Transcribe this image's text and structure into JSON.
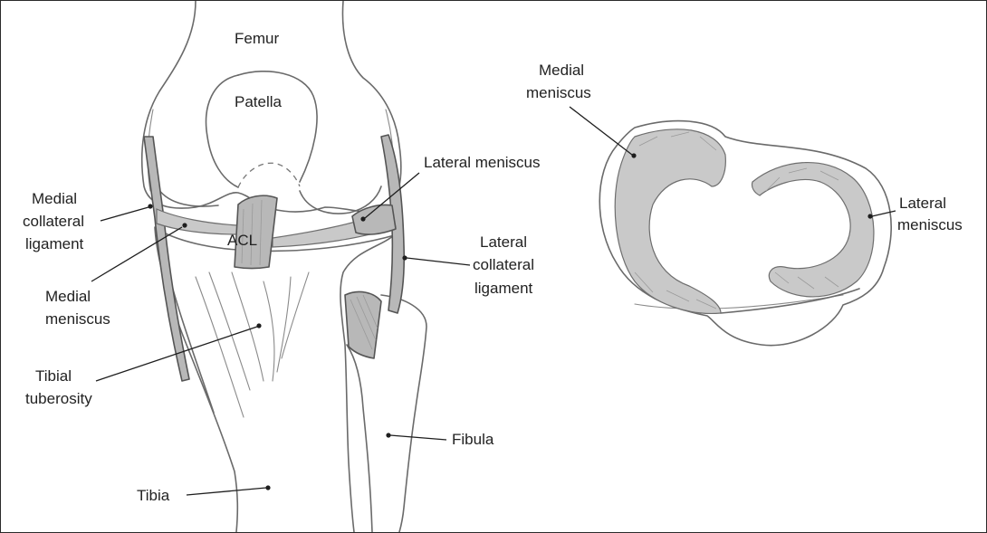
{
  "labels": {
    "femur": "Femur",
    "patella": "Patella",
    "medial_collateral_ligament": [
      "Medial",
      "collateral",
      "ligament"
    ],
    "medial_meniscus_front": [
      "Medial",
      "meniscus"
    ],
    "acl": "ACL",
    "lateral_meniscus_front": "Lateral meniscus",
    "lateral_collateral_ligament": [
      "Lateral",
      "collateral",
      "ligament"
    ],
    "tibial_tuberosity": [
      "Tibial",
      "tuberosity"
    ],
    "fibula": "Fibula",
    "tibia": "Tibia",
    "medial_meniscus_top": [
      "Medial",
      "meniscus"
    ],
    "lateral_meniscus_top": [
      "Lateral",
      "meniscus"
    ]
  }
}
